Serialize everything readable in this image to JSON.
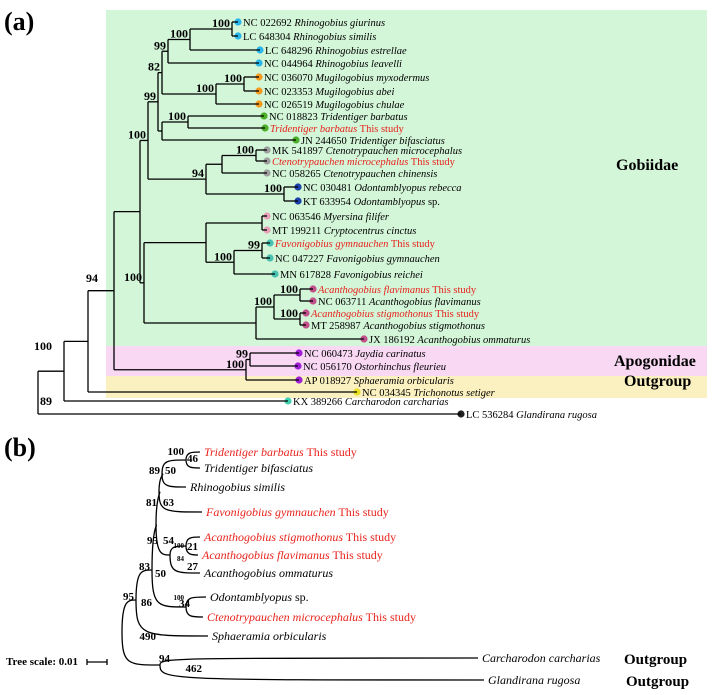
{
  "panel_a": {
    "label": "(a)",
    "tips": [
      {
        "acc": "NC 022692",
        "sp": "Rhinogobius giurinus",
        "this_study": false,
        "color": "#29b6e8"
      },
      {
        "acc": "LC 648304",
        "sp": "Rhinogobius similis",
        "this_study": false,
        "color": "#29b6e8"
      },
      {
        "acc": "LC 648296",
        "sp": "Rhinogobius estrellae",
        "this_study": false,
        "color": "#29b6e8"
      },
      {
        "acc": "NC 044964",
        "sp": "Rhinogobius leavelli",
        "this_study": false,
        "color": "#29b6e8"
      },
      {
        "acc": "NC 036070",
        "sp": "Mugilogobius myxodermus",
        "this_study": false,
        "color": "#f39a1f"
      },
      {
        "acc": "NC 023353",
        "sp": "Mugilogobius abei",
        "this_study": false,
        "color": "#f39a1f"
      },
      {
        "acc": "NC 026519",
        "sp": "Mugilogobius chulae",
        "this_study": false,
        "color": "#f39a1f"
      },
      {
        "acc": "NC 018823",
        "sp": "Tridentiger barbatus",
        "this_study": false,
        "color": "#4caf2a"
      },
      {
        "acc": "",
        "sp": "Tridentiger barbatus",
        "this_study": true,
        "color": "#4caf2a"
      },
      {
        "acc": "JN 244650",
        "sp": "Tridentiger bifasciatus",
        "this_study": false,
        "color": "#4caf2a"
      },
      {
        "acc": "MK 541897",
        "sp": "Ctenotrypauchen microcephalus",
        "this_study": false,
        "color": "#9e9e9e"
      },
      {
        "acc": "",
        "sp": "Ctenotrypauchen microcephalus",
        "this_study": true,
        "color": "#9e9e9e"
      },
      {
        "acc": "NC 058265",
        "sp": "Ctenotrypauchen chinensis",
        "this_study": false,
        "color": "#9e9e9e"
      },
      {
        "acc": "NC 030481",
        "sp": "Odontamblyopus rebecca",
        "this_study": false,
        "color": "#1a3fa8"
      },
      {
        "acc": "KT 633954",
        "sp": "Odontamblyopus",
        "suffix": " sp.",
        "this_study": false,
        "color": "#1a3fa8"
      },
      {
        "acc": "NC 063546",
        "sp": "Myersina filifer",
        "this_study": false,
        "color": "#e8a0b8"
      },
      {
        "acc": "MT 199211",
        "sp": "Cryptocentrus cinctus",
        "this_study": false,
        "color": "#e8a0b8"
      },
      {
        "acc": "",
        "sp": "Favonigobius gymnauchen",
        "this_study": true,
        "color": "#48c0b0"
      },
      {
        "acc": "NC 047227",
        "sp": "Favonigobius gymnauchen",
        "this_study": false,
        "color": "#48c0b0"
      },
      {
        "acc": "MN 617828",
        "sp": "Favonigobius reichei",
        "this_study": false,
        "color": "#48c0b0"
      },
      {
        "acc": "",
        "sp": "Acanthogobius flavimanus",
        "this_study": true,
        "color": "#c2508a"
      },
      {
        "acc": "NC 063711",
        "sp": "Acanthogobius flavimanus",
        "this_study": false,
        "color": "#c2508a"
      },
      {
        "acc": "",
        "sp": "Acanthogobius stigmothonus",
        "this_study": true,
        "color": "#c2508a"
      },
      {
        "acc": "MT 258987",
        "sp": "Acanthogobius stigmothonus",
        "this_study": false,
        "color": "#c2508a"
      },
      {
        "acc": "JX 186192",
        "sp": "Acanthogobius ommaturus",
        "this_study": false,
        "color": "#c2508a"
      },
      {
        "acc": "NC 060473",
        "sp": "Jaydia carinatus",
        "this_study": false,
        "color": "#a020d8"
      },
      {
        "acc": "NC 056170",
        "sp": "Ostorhinchus fleurieu",
        "this_study": false,
        "color": "#a020d8"
      },
      {
        "acc": "AP 018927",
        "sp": "Sphaeramia orbicularis",
        "this_study": false,
        "color": "#a020d8"
      },
      {
        "acc": "NC 034345",
        "sp": "Trichonotus setiger",
        "this_study": false,
        "color": "#e8e020"
      },
      {
        "acc": "KX 389266",
        "sp": "Carcharodon carcharias",
        "this_study": false,
        "color": "#40d0b0"
      },
      {
        "acc": "LC 536284",
        "sp": "Glandirana rugosa",
        "this_study": false,
        "color": "#222222"
      }
    ],
    "bootstrap": [
      "100",
      "100",
      "99",
      "100",
      "100",
      "82",
      "100",
      "99",
      "100",
      "100",
      "94",
      "100",
      "99",
      "100",
      "100",
      "100",
      "100",
      "100",
      "99",
      "100",
      "94",
      "100",
      "89"
    ],
    "groups": [
      {
        "name": "Gobiidae",
        "color": "#d3f5d8"
      },
      {
        "name": "Apogonidae",
        "color": "#f9d8f4"
      },
      {
        "name": "Outgroup",
        "color": "#fbf0c0"
      }
    ]
  },
  "panel_b": {
    "label": "(b)",
    "tips": [
      {
        "sp": "Tridentiger barbatus",
        "this_study": true
      },
      {
        "sp": "Tridentiger bifasciatus",
        "this_study": false
      },
      {
        "sp": "Rhinogobius similis",
        "this_study": false
      },
      {
        "sp": "Favonigobius gymnauchen",
        "this_study": true
      },
      {
        "sp": "Acanthogobius stigmothonus",
        "this_study": true
      },
      {
        "sp": "Acanthogobius flavimanus",
        "this_study": true
      },
      {
        "sp": "Acanthogobius ommaturus",
        "this_study": false
      },
      {
        "sp": "Odontamblyopus",
        "suffix": " sp.",
        "this_study": false
      },
      {
        "sp": "Ctenotrypauchen microcephalus",
        "this_study": true
      },
      {
        "sp": "Sphaeramia orbicularis",
        "this_study": false
      },
      {
        "sp": "Carcharodon carcharias",
        "this_study": false,
        "outgroup": true
      },
      {
        "sp": "Glandirana rugosa",
        "this_study": false,
        "outgroup": true
      }
    ],
    "support": [
      "100",
      "89",
      "81",
      "95",
      "100",
      "84",
      "83",
      "100",
      "95",
      "94"
    ],
    "blue_values": [
      "46",
      "50",
      "63",
      "54",
      "21",
      "27",
      "50",
      "34",
      "86",
      "490",
      "462"
    ],
    "this_study_text": " This study",
    "outgroup_text": "Outgroup",
    "scale_label": "Tree scale: 0.01"
  },
  "colors": {
    "this_study": "#e8231c",
    "blue_value": "#1f2fd6",
    "outgroup_label": "#2aa12a"
  }
}
